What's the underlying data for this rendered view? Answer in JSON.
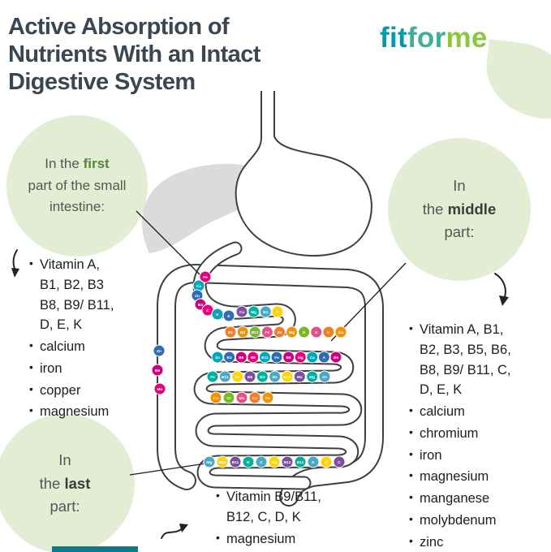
{
  "ui": {
    "bullet": "•"
  },
  "header": {
    "title": "Active Absorption of\nNutrients With an Intact\nDigestive System",
    "brand": {
      "part1": "fit",
      "part2": "for",
      "part3": "me"
    }
  },
  "callouts": {
    "first": {
      "line1_lead": "In the",
      "line1_em": "first",
      "line2": "part of the small",
      "line3": "intestine:"
    },
    "middle": {
      "line1": "In",
      "line2_lead": "the",
      "line2_em": "middle",
      "line3": "part:"
    },
    "last": {
      "line1": "In",
      "line2_lead": "the",
      "line2_em": "last",
      "line3": "part:"
    }
  },
  "lists": {
    "first": {
      "items": [
        "Vitamin A,\nB1, B2, B3\nB8, B9/ B11,\nD, E, K",
        "calcium",
        "iron",
        "copper",
        "magnesium"
      ]
    },
    "middle": {
      "items": [
        "Vitamin A, B1,\nB2, B3, B5, B6,\nB8, B9/ B11, C,\nD, E, K",
        "calcium",
        "chromium",
        "iron",
        "magnesium",
        "manganese",
        "molybdenum",
        "zinc"
      ]
    },
    "last": {
      "items": [
        "Vitamin B9/B11,\nB12, C, D, K",
        "magnesium"
      ]
    }
  },
  "colors": {
    "title": "#3a4753",
    "circle_bg": "#e3edd4",
    "body_text": "#1d1d1d",
    "brand_teal": "#0099ad",
    "brand_mid": "#3fae9b",
    "brand_green": "#8cc63f",
    "emphasis_green": "#57833b",
    "accent_bar_teal": "#0b7c8a",
    "liver_gray": "#d7d7d7",
    "outline_dark": "#3f3f3f"
  },
  "digestive": {
    "dot_palette": [
      "#e5007d",
      "#f39200",
      "#ffd400",
      "#00a5b8",
      "#76b82a",
      "#7d4e9e",
      "#2e6db4",
      "#e84e8a",
      "#00b1a0",
      "#c7017f",
      "#f07e26",
      "#4aa7c6"
    ],
    "dot_rows": [
      {
        "labels": [
          "Fe",
          "Ca",
          "Zn",
          "B3",
          "C",
          "K",
          "E"
        ]
      },
      {
        "labels": [
          "Ca",
          "Mg",
          "B1",
          "K"
        ]
      },
      {
        "labels": [
          "B1",
          "B2",
          "B12",
          "Fe",
          "Zn",
          "Mg",
          "D",
          "E",
          "K",
          "Ca"
        ]
      },
      {
        "labels": [
          "Zn",
          "B3",
          "B6",
          "B9",
          "B11",
          "Fe",
          "B8",
          "Mg",
          "Ca",
          "A",
          "B5"
        ]
      },
      {
        "labels": [
          "Fe",
          "B11",
          "B9",
          "B6",
          "B3",
          "B1",
          "B12",
          "Mo",
          "Mg",
          "Zn"
        ]
      },
      {
        "labels": [
          "Cu",
          "Cr",
          "Mn",
          "Ca",
          "Fe"
        ]
      },
      {
        "labels": [
          "Zn",
          "B6",
          "Mo"
        ]
      },
      {
        "labels": [
          "Mg",
          "B12",
          "B11",
          "K",
          "C",
          "Mg",
          "B12",
          "B11",
          "K",
          "D",
          "C"
        ]
      }
    ]
  }
}
